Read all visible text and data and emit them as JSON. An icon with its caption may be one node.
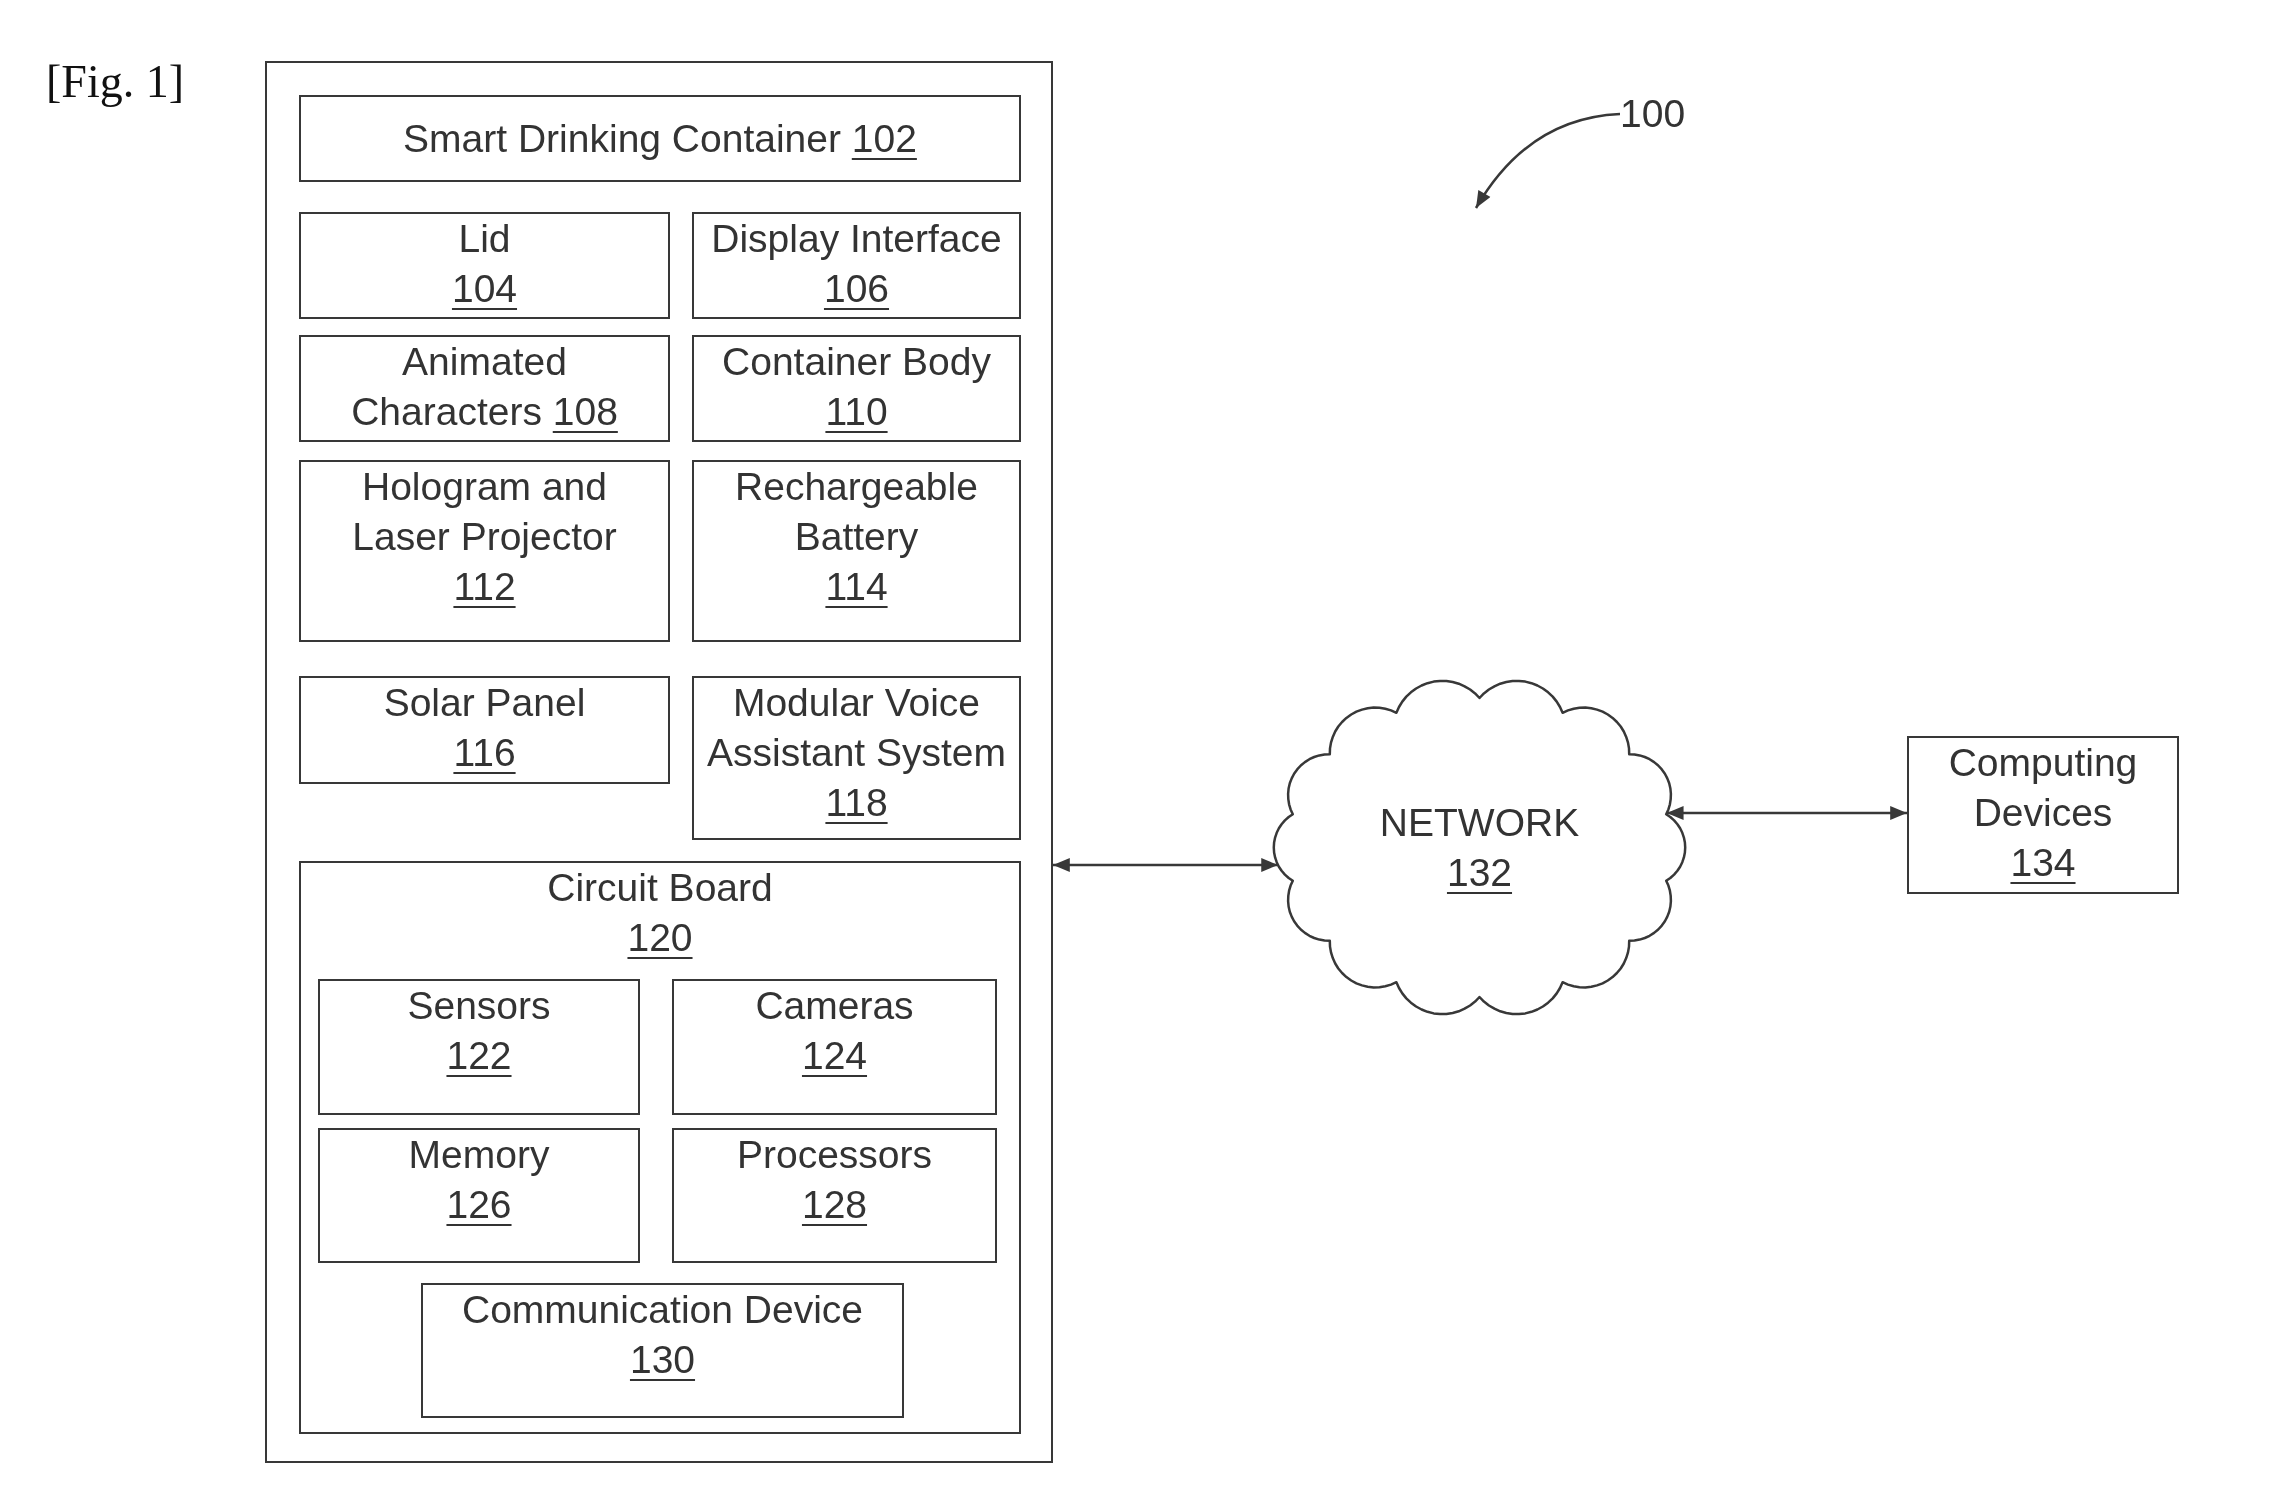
{
  "diagram": {
    "nodes": [
      {
        "text": [],
        "shape": "box"
      },
      {
        "text": [
          "Smart Drinking Container",
          "102"
        ],
        "in": 0
      },
      {
        "text": [
          "Lid",
          "104"
        ],
        "in": 0
      },
      {
        "text": [
          "Display Interface",
          "106"
        ],
        "in": 0
      },
      {
        "text": [
          "Animated Characters",
          "108"
        ],
        "in": 0
      },
      {
        "text": [
          "Container Body",
          "110"
        ],
        "in": 0
      },
      {
        "text": [
          "Hologram and Laser Projector",
          "112"
        ],
        "in": 0
      },
      {
        "text": [
          "Rechargeable Battery",
          "114"
        ],
        "in": 0
      },
      {
        "text": [
          "Solar Panel",
          "116"
        ],
        "in": 0
      },
      {
        "text": [
          "Modular Voice Assistant System",
          "118"
        ],
        "in": 0
      },
      {
        "text": [
          "Circuit Board",
          "120"
        ],
        "in": 0
      },
      {
        "text": [
          "Sensors",
          "122"
        ],
        "in": 10
      },
      {
        "text": [
          "Cameras",
          "124"
        ],
        "in": 10
      },
      {
        "text": [
          "Memory",
          "126"
        ],
        "in": 10
      },
      {
        "text": [
          "Processors",
          "128"
        ],
        "in": 10
      },
      {
        "text": [
          "Communication Device",
          "130"
        ],
        "in": 10
      },
      {
        "text": [
          "NETWORK",
          "132"
        ]
      },
      {
        "text": [
          "Computing Devices",
          "134"
        ]
      },
      {
        "text": [
          "100"
        ]
      }
    ],
    "edges": [
      {
        "from": 0,
        "to": 16,
        "arrow": "both"
      },
      {
        "from": 16,
        "to": 17,
        "arrow": "both"
      },
      {
        "from": 18,
        "to": null,
        "arrow": "to"
      }
    ],
    "labels": [
      "[Fig. 1]"
    ]
  }
}
